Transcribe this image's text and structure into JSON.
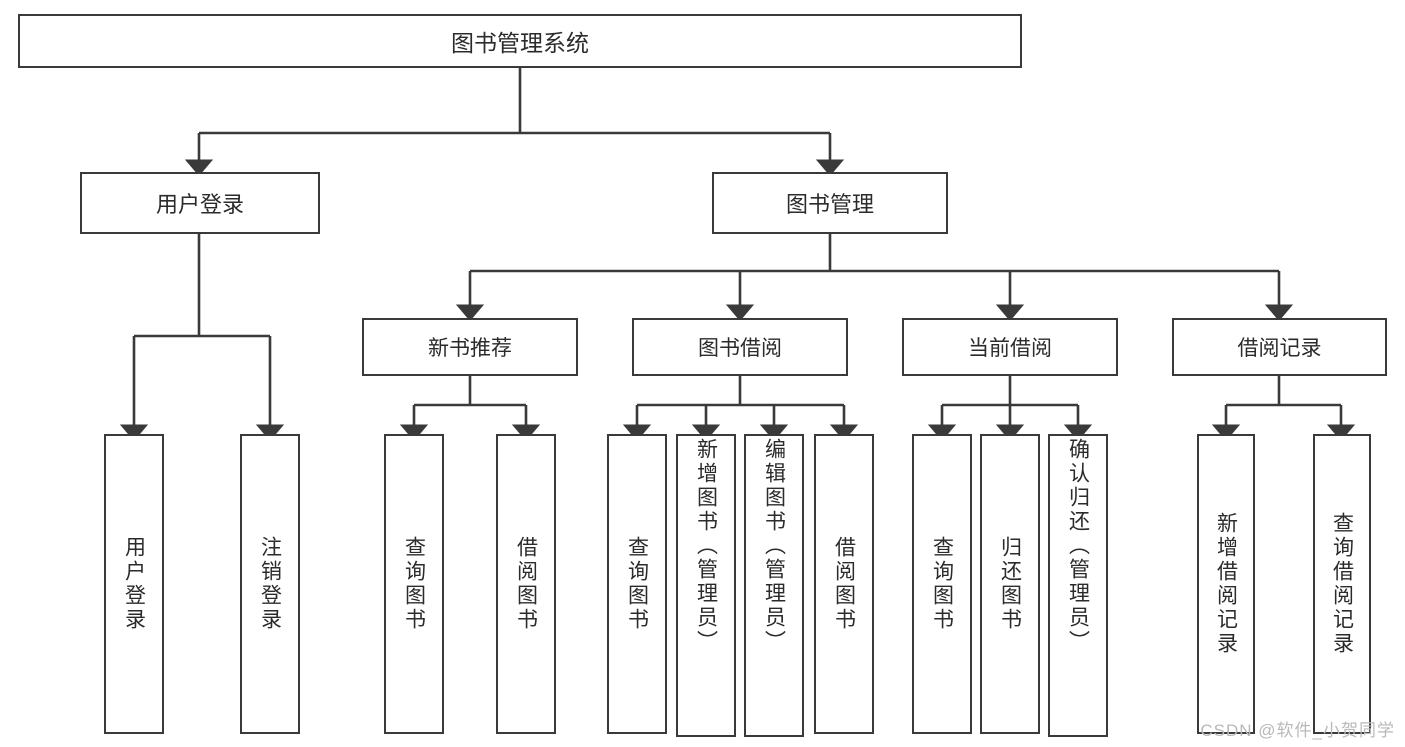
{
  "diagram": {
    "title": "图书管理系统",
    "type": "tree",
    "colors": {
      "background": "#ffffff",
      "box_fill": "#ffffff",
      "box_border": "#3a3a3a",
      "connector": "#3a3a3a",
      "text": "#2b2b2b",
      "watermark": "#b9b9b9"
    },
    "root": {
      "label": "图书管理系统"
    },
    "level2": [
      {
        "label": "用户登录"
      },
      {
        "label": "图书管理"
      }
    ],
    "level3": [
      {
        "label": "新书推荐"
      },
      {
        "label": "图书借阅"
      },
      {
        "label": "当前借阅"
      },
      {
        "label": "借阅记录"
      }
    ],
    "leaves": {
      "user_login": [
        {
          "label": "用户登录"
        },
        {
          "label": "注销登录"
        }
      ],
      "new_book_recommend": [
        {
          "label": "查询图书"
        },
        {
          "label": "借阅图书"
        }
      ],
      "book_borrow": [
        {
          "label": "查询图书"
        },
        {
          "label": "新增图书（管理员）"
        },
        {
          "label": "编辑图书（管理员）"
        },
        {
          "label": "借阅图书"
        }
      ],
      "current_borrow": [
        {
          "label": "查询图书"
        },
        {
          "label": "归还图书"
        },
        {
          "label": "确认归还（管理员）"
        }
      ],
      "borrow_record": [
        {
          "label": "新增借阅记录"
        },
        {
          "label": "查询借阅记录"
        }
      ]
    }
  },
  "watermark": {
    "text": "CSDN @软件_小贺同学"
  }
}
